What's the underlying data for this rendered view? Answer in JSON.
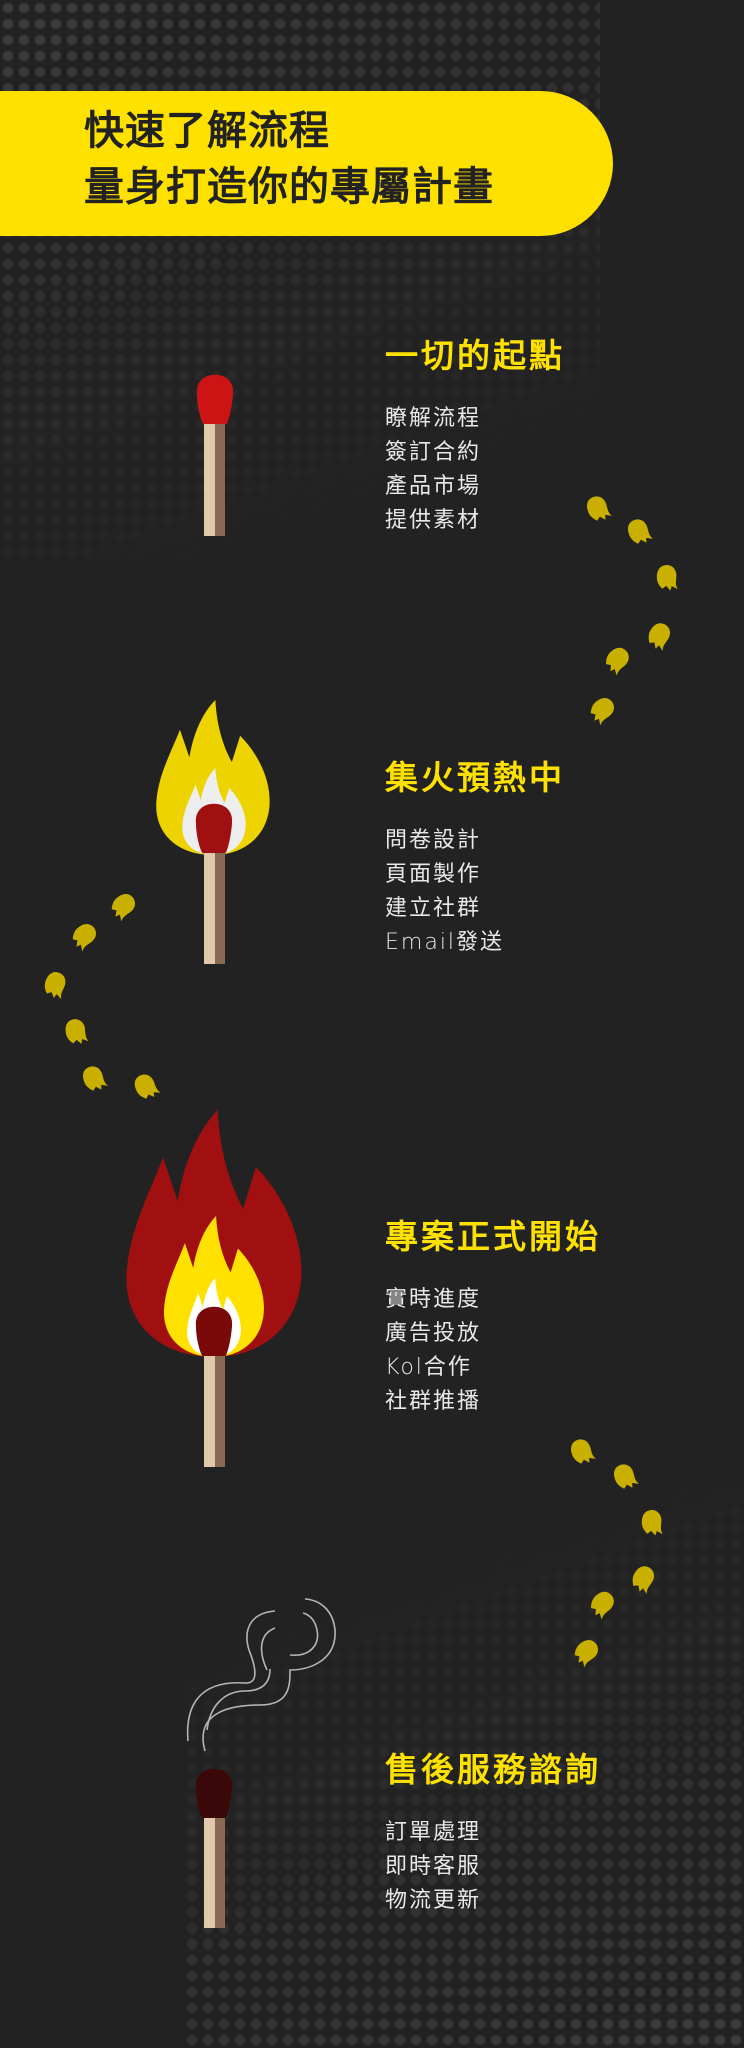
{
  "banner": {
    "line1": "快速了解流程",
    "line2": "量身打造你的專屬計畫"
  },
  "sections": [
    {
      "title": "一切的起點",
      "items": [
        "瞭解流程",
        "簽訂合約",
        "產品市場",
        "提供素材"
      ],
      "stage": "unlit-match"
    },
    {
      "title": "集火預熱中",
      "items": [
        "問卷設計",
        "頁面製作",
        "建立社群",
        "Email發送"
      ],
      "stage": "small-flame"
    },
    {
      "title": "專案正式開始",
      "items": [
        "實時進度",
        "廣告投放",
        "Kol合作",
        "社群推播"
      ],
      "stage": "big-flame"
    },
    {
      "title": "售後服務諮詢",
      "items": [
        "訂單處理",
        "即時客服",
        "物流更新"
      ],
      "stage": "smoking-match"
    }
  ],
  "colors": {
    "background": "#222222",
    "accent": "#FFE100",
    "spark": "#C9B000",
    "flame_red": "#A01010",
    "flame_yellow": "#EDD300"
  }
}
